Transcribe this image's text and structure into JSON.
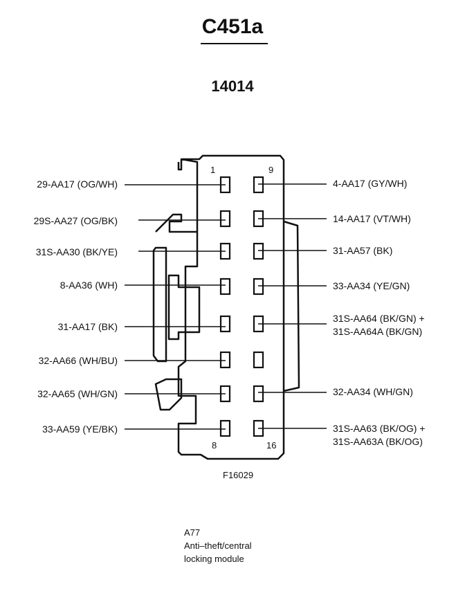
{
  "connector": {
    "id": "C451a",
    "part_number": "14014",
    "figure_ref": "F16029"
  },
  "pins": {
    "top_left": "1",
    "top_right": "9",
    "bottom_left": "8",
    "bottom_right": "16"
  },
  "left_wires": [
    {
      "pin": "1",
      "label": "29-AA17 (OG/WH)"
    },
    {
      "pin": "2",
      "label": "29S-AA27 (OG/BK)"
    },
    {
      "pin": "3",
      "label": "31S-AA30 (BK/YE)"
    },
    {
      "pin": "4",
      "label": "8-AA36 (WH)"
    },
    {
      "pin": "5",
      "label": "31-AA17 (BK)"
    },
    {
      "pin": "6",
      "label": "32-AA66 (WH/BU)"
    },
    {
      "pin": "7",
      "label": "32-AA65 (WH/GN)"
    },
    {
      "pin": "8",
      "label": "33-AA59 (YE/BK)"
    }
  ],
  "right_wires": [
    {
      "pin": "9",
      "lines": [
        "4-AA17 (GY/WH)"
      ]
    },
    {
      "pin": "10",
      "lines": [
        "14-AA17 (VT/WH)"
      ]
    },
    {
      "pin": "11",
      "lines": [
        "31-AA57 (BK)"
      ]
    },
    {
      "pin": "12",
      "lines": [
        "33-AA34 (YE/GN)"
      ]
    },
    {
      "pin": "13",
      "lines": [
        "31S-AA64 (BK/GN) +",
        "31S-AA64A (BK/GN)"
      ]
    },
    {
      "pin": "14",
      "lines": []
    },
    {
      "pin": "15",
      "lines": [
        "32-AA34 (WH/GN)"
      ]
    },
    {
      "pin": "16",
      "lines": [
        "31S-AA63 (BK/OG) +",
        "31S-AA63A (BK/OG)"
      ]
    }
  ],
  "component": {
    "code": "A77",
    "description_lines": [
      "Anti–theft/central",
      "locking module"
    ]
  }
}
